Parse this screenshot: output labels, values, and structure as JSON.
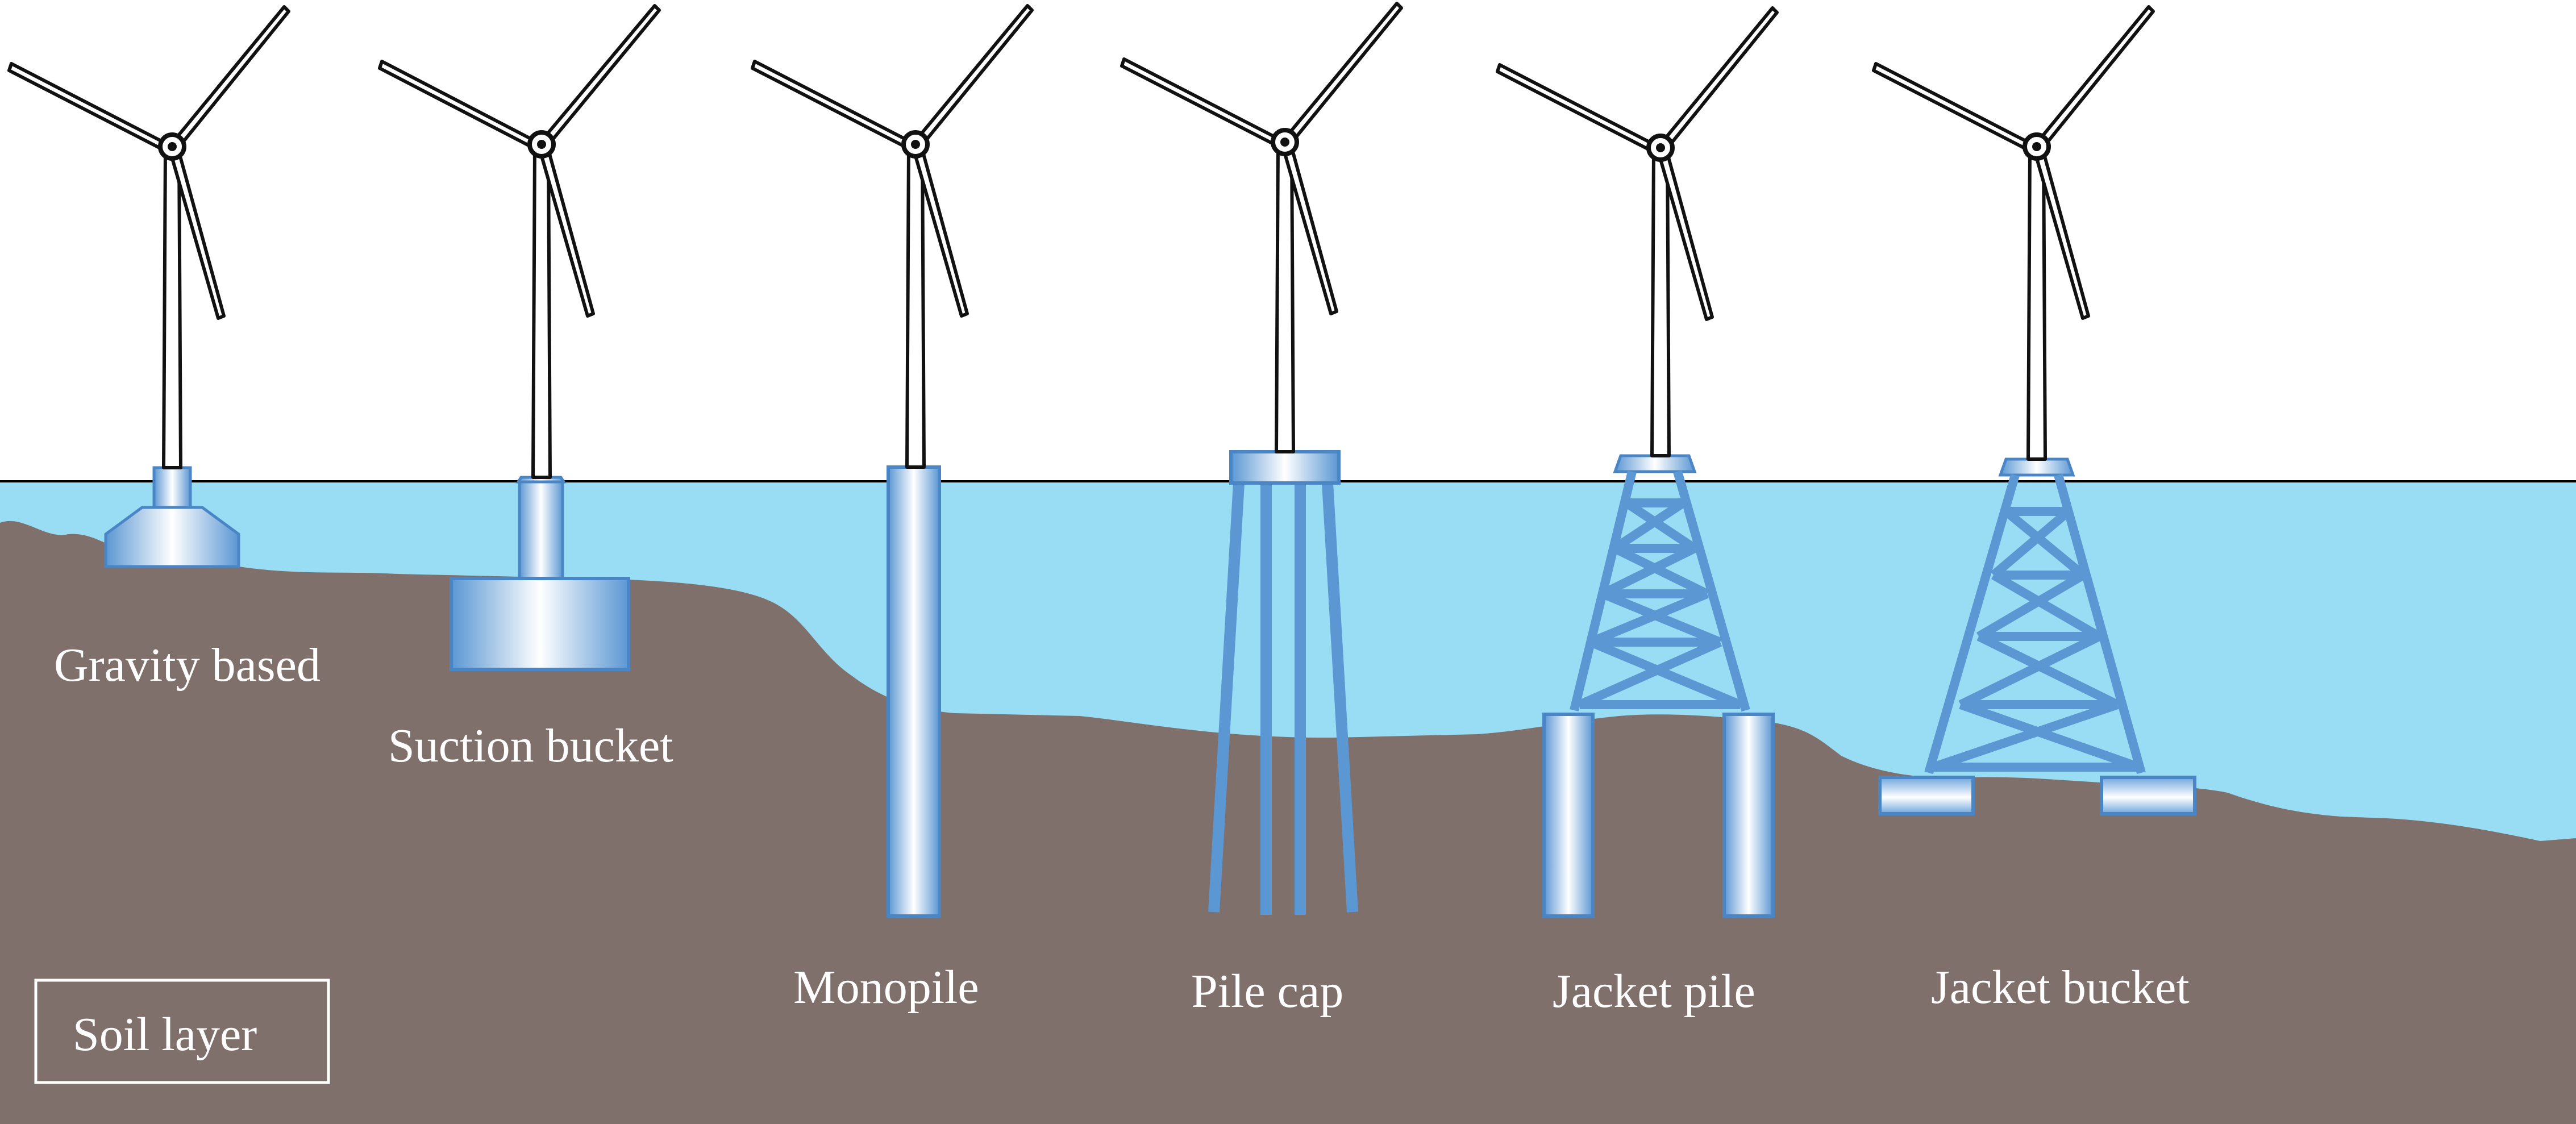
{
  "foundations": [
    {
      "id": "gravity-based",
      "label": "Gravity based"
    },
    {
      "id": "suction-bucket",
      "label": "Suction bucket"
    },
    {
      "id": "monopile",
      "label": "Monopile"
    },
    {
      "id": "pile-cap",
      "label": "Pile cap"
    },
    {
      "id": "jacket-pile",
      "label": "Jacket pile"
    },
    {
      "id": "jacket-bucket",
      "label": "Jacket bucket"
    }
  ],
  "legend": {
    "label": "Soil layer"
  },
  "colors": {
    "water": "#99DDF5",
    "soil": "#80706B",
    "steel_edge": "#4A86C6",
    "steel_light": "#FFFFFF",
    "steel_mid": "#9CC6EA",
    "steel_dark": "#5B97D3",
    "waterline": "#000000"
  }
}
